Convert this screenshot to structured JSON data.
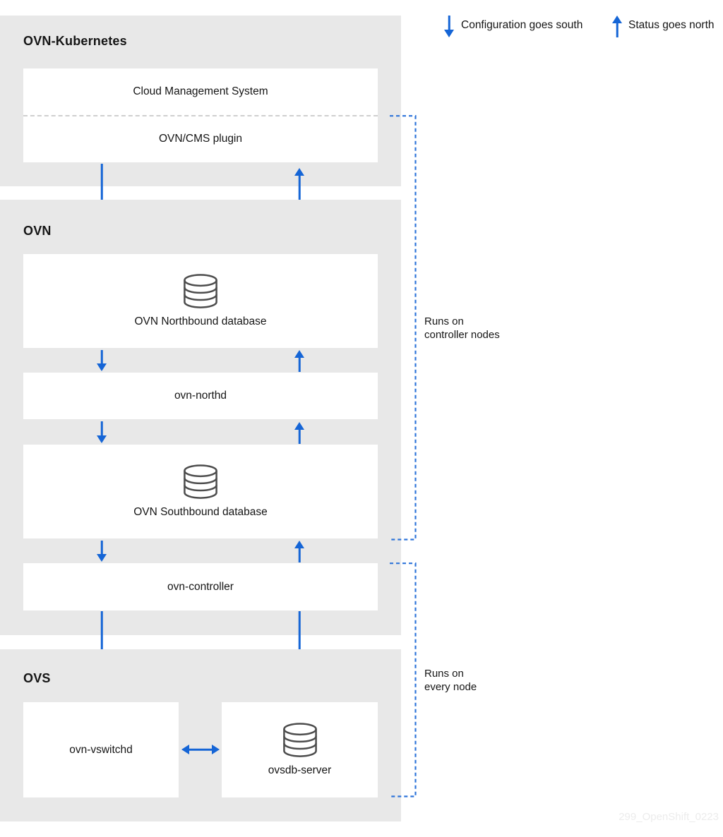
{
  "legend": {
    "south": {
      "label": "Configuration goes south",
      "icon": "arrow-down"
    },
    "north": {
      "label": "Status goes north",
      "icon": "arrow-up"
    }
  },
  "sections": {
    "ovn_kubernetes": {
      "title": "OVN-Kubernetes",
      "cms_label": "Cloud Management System",
      "plugin_label": "OVN/CMS plugin"
    },
    "ovn": {
      "title": "OVN",
      "northbound_label": "OVN Northbound database",
      "northd_label": "ovn-northd",
      "southbound_label": "OVN Southbound database",
      "controller_label": "ovn-controller"
    },
    "ovs": {
      "title": "OVS",
      "vswitchd_label": "ovn-vswitchd",
      "ovsdb_label": "ovsdb-server"
    }
  },
  "annotations": {
    "controller_nodes": {
      "line1": "Runs on",
      "line2": "controller nodes"
    },
    "every_node": {
      "line1": "Runs on",
      "line2": "every node"
    }
  },
  "watermark": "299_OpenShift_0223",
  "colors": {
    "arrow_blue": "#1565d6",
    "bracket_blue": "#2e74d9",
    "panel_gray": "#e8e8e8",
    "divider_gray": "#cfcfcf",
    "text_dark": "#151515",
    "db_icon_stroke": "#4d4d4d",
    "watermark_gray": "#ececec"
  }
}
